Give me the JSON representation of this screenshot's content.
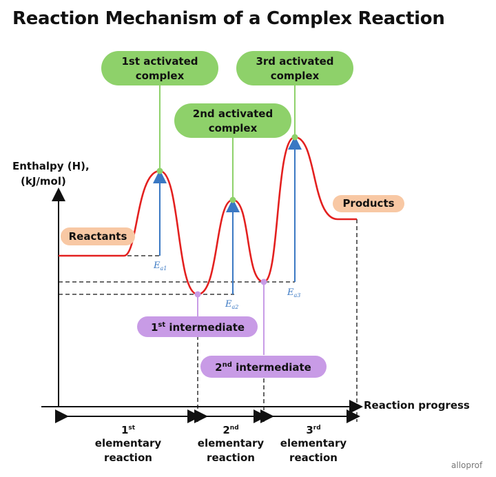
{
  "title": "Reaction Mechanism of a Complex Reaction",
  "y_axis": {
    "label_line1": "Enthalpy (H),",
    "label_line2": "(kJ/mol)"
  },
  "x_axis": {
    "label": "Reaction progress"
  },
  "labels": {
    "reactants": "Reactants",
    "products": "Products",
    "ac1_line1": "1st activated",
    "ac1_line2": "complex",
    "ac2_line1": "2nd activated",
    "ac2_line2": "complex",
    "ac3_line1": "3rd activated",
    "ac3_line2": "complex",
    "int1_num": "1",
    "int1_sup": "st",
    "int1_text": " intermediate",
    "int2_num": "2",
    "int2_sup": "nd",
    "int2_text": " intermediate"
  },
  "activation_energies": [
    {
      "symbol": "E",
      "sub": "a1"
    },
    {
      "symbol": "E",
      "sub": "a2"
    },
    {
      "symbol": "E",
      "sub": "a3"
    }
  ],
  "elementary_reactions": [
    {
      "num": "1",
      "sup": "st",
      "line1": "elementary",
      "line2": "reaction"
    },
    {
      "num": "2",
      "sup": "nd",
      "line1": "elementary",
      "line2": "reaction"
    },
    {
      "num": "3",
      "sup": "rd",
      "line1": "elementary",
      "line2": "reaction"
    }
  ],
  "watermark": "alloprof",
  "colors": {
    "curve": "#e3201f",
    "arrow": "#3a78c3",
    "green": "#8ed16a",
    "purple": "#c89be6",
    "peach": "#f8c8a4"
  }
}
